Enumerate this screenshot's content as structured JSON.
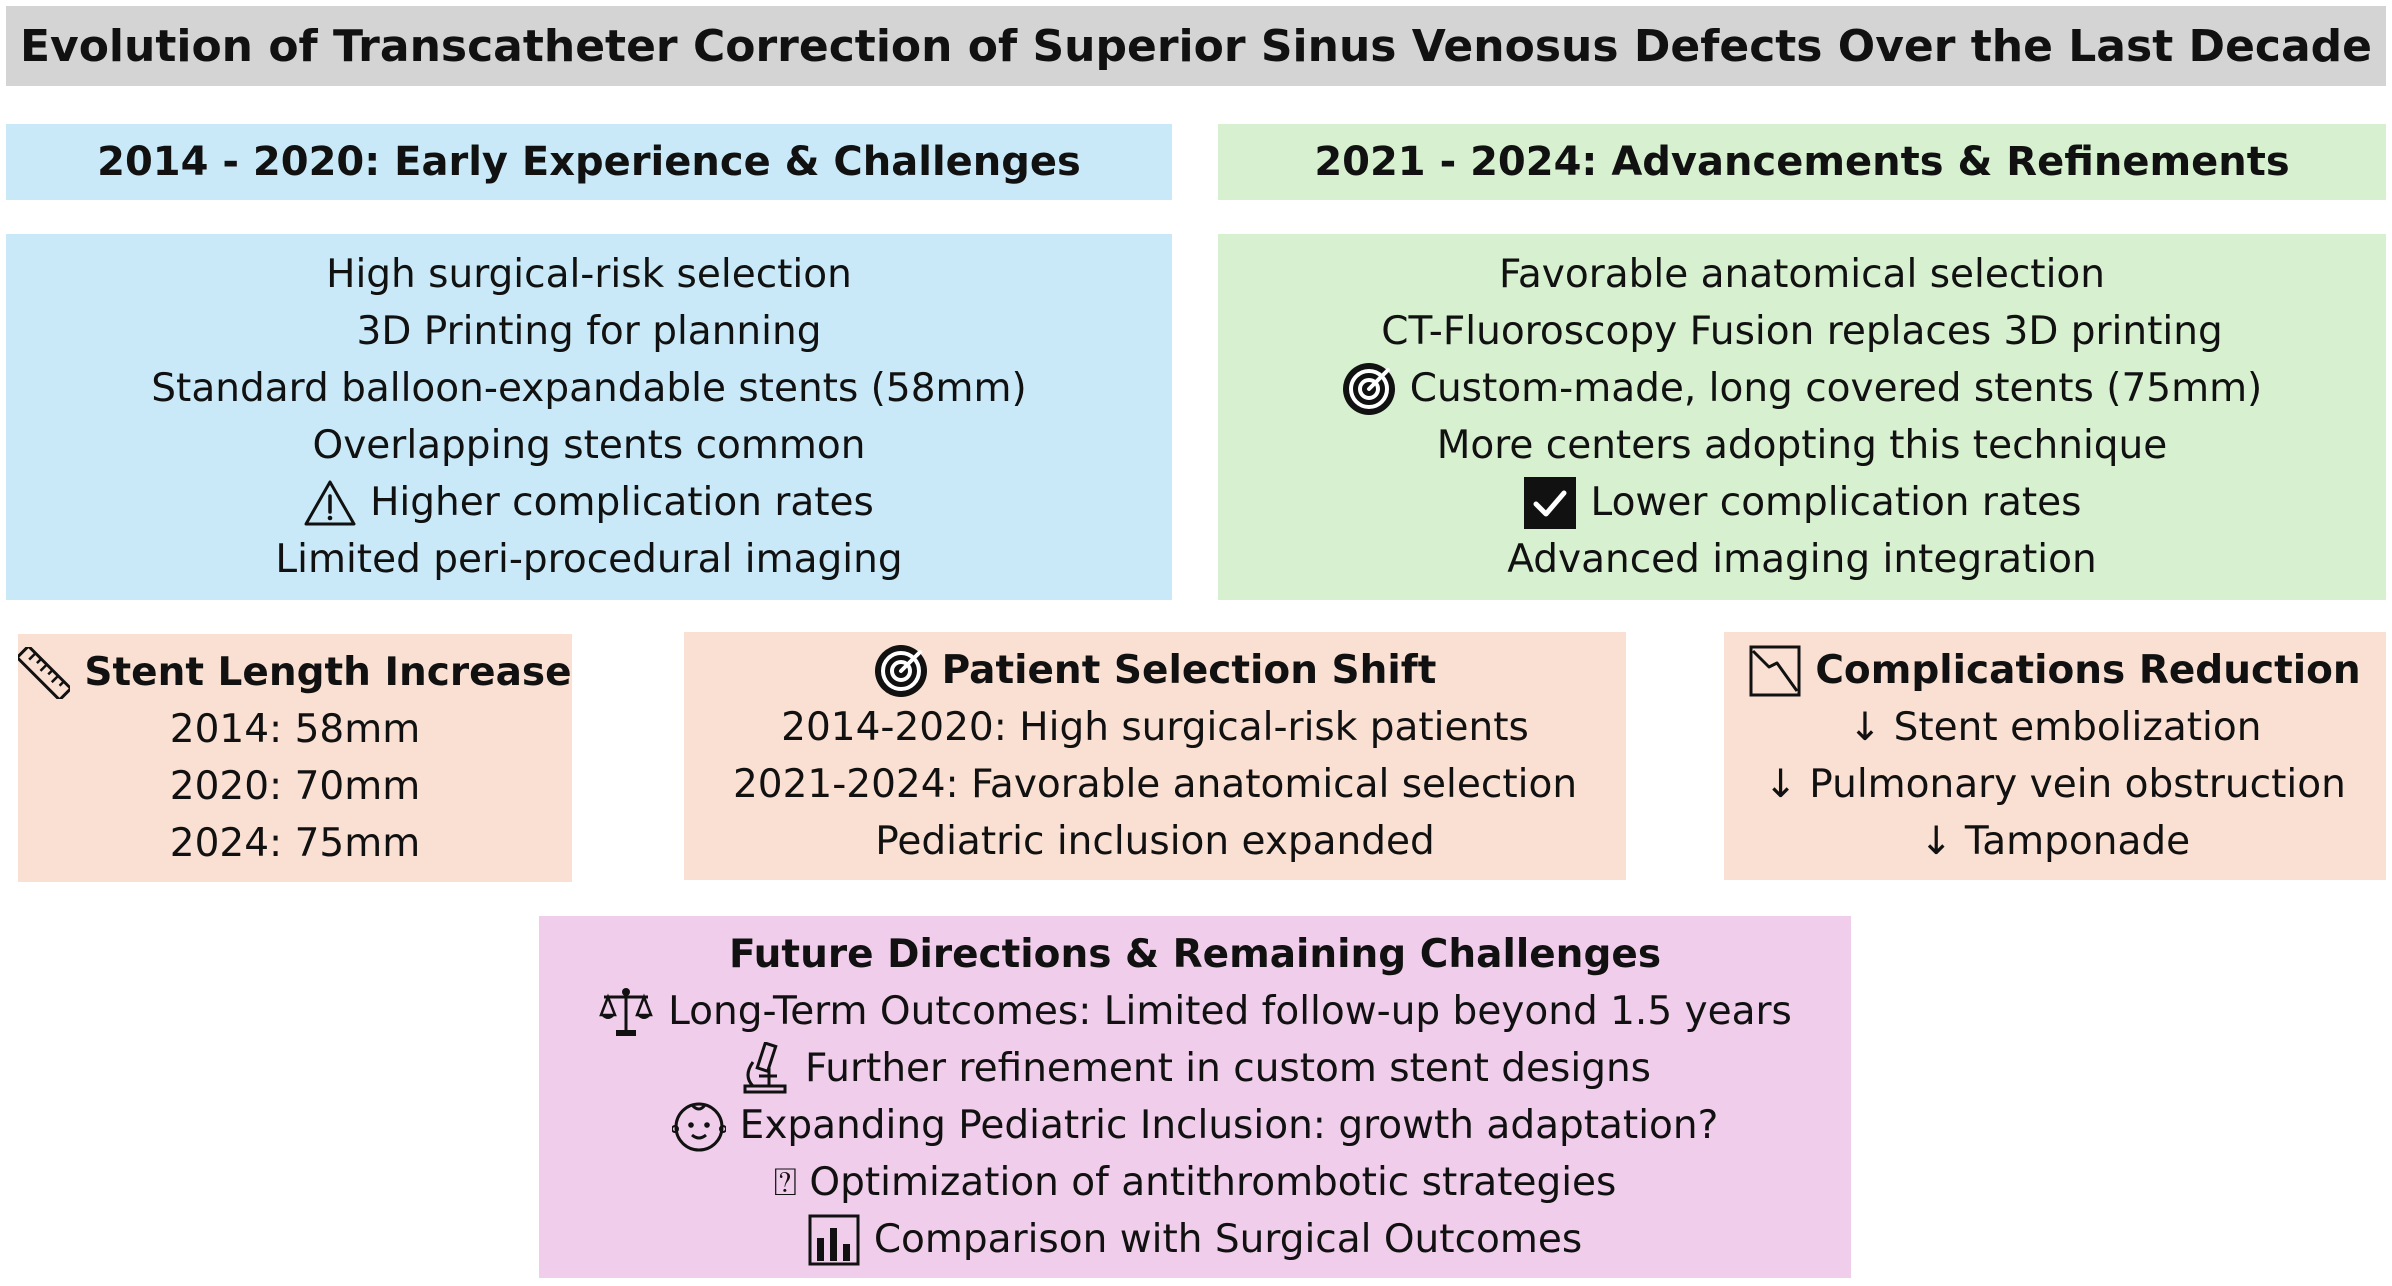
{
  "title": "Evolution of Transcatheter Correction of Superior Sinus Venosus Defects Over the Last Decade",
  "early": {
    "heading": "2014 - 2020: Early Experience & Challenges",
    "items": [
      {
        "text": "High surgical-risk selection",
        "icon": ""
      },
      {
        "text": "3D Printing for planning",
        "icon": ""
      },
      {
        "text": "Standard balloon-expandable stents (58mm)",
        "icon": ""
      },
      {
        "text": "Overlapping stents common",
        "icon": ""
      },
      {
        "text": "Higher complication rates",
        "icon": "warning-icon"
      },
      {
        "text": "Limited peri-procedural imaging",
        "icon": ""
      }
    ]
  },
  "advanced": {
    "heading": "2021 - 2024: Advancements & Refinements",
    "items": [
      {
        "text": "Favorable anatomical selection",
        "icon": ""
      },
      {
        "text": "CT-Fluoroscopy Fusion replaces 3D printing",
        "icon": ""
      },
      {
        "text": "Custom-made, long covered stents (75mm)",
        "icon": "target-icon"
      },
      {
        "text": "More centers adopting this technique",
        "icon": ""
      },
      {
        "text": "Lower complication rates",
        "icon": "checkbox-icon"
      },
      {
        "text": "Advanced imaging integration",
        "icon": ""
      }
    ]
  },
  "stent": {
    "title": "Stent Length Increase",
    "icon": "ruler-icon",
    "items": [
      "2014: 58mm",
      "2020: 70mm",
      "2024: 75mm"
    ]
  },
  "patient": {
    "title": "Patient Selection Shift",
    "icon": "target-icon",
    "items": [
      "2014-2020: High surgical-risk patients",
      "2021-2024: Favorable anatomical selection",
      "Pediatric inclusion expanded"
    ]
  },
  "complications": {
    "title": "Complications Reduction",
    "icon": "trend-down-icon",
    "items": [
      "↓ Stent embolization",
      "↓ Pulmonary vein obstruction",
      "↓ Tamponade"
    ]
  },
  "future": {
    "title": "Future Directions & Remaining Challenges",
    "items": [
      {
        "text": "Long-Term Outcomes: Limited follow-up beyond 1.5 years",
        "icon": "scale-icon"
      },
      {
        "text": "Further refinement in custom stent designs",
        "icon": "microscope-icon"
      },
      {
        "text": "Expanding Pediatric Inclusion: growth adaptation?",
        "icon": "baby-icon"
      },
      {
        "text": "⍰ Optimization of antithrombotic strategies",
        "icon": ""
      },
      {
        "text": "Comparison with Surgical Outcomes",
        "icon": "bar-chart-icon"
      }
    ]
  }
}
